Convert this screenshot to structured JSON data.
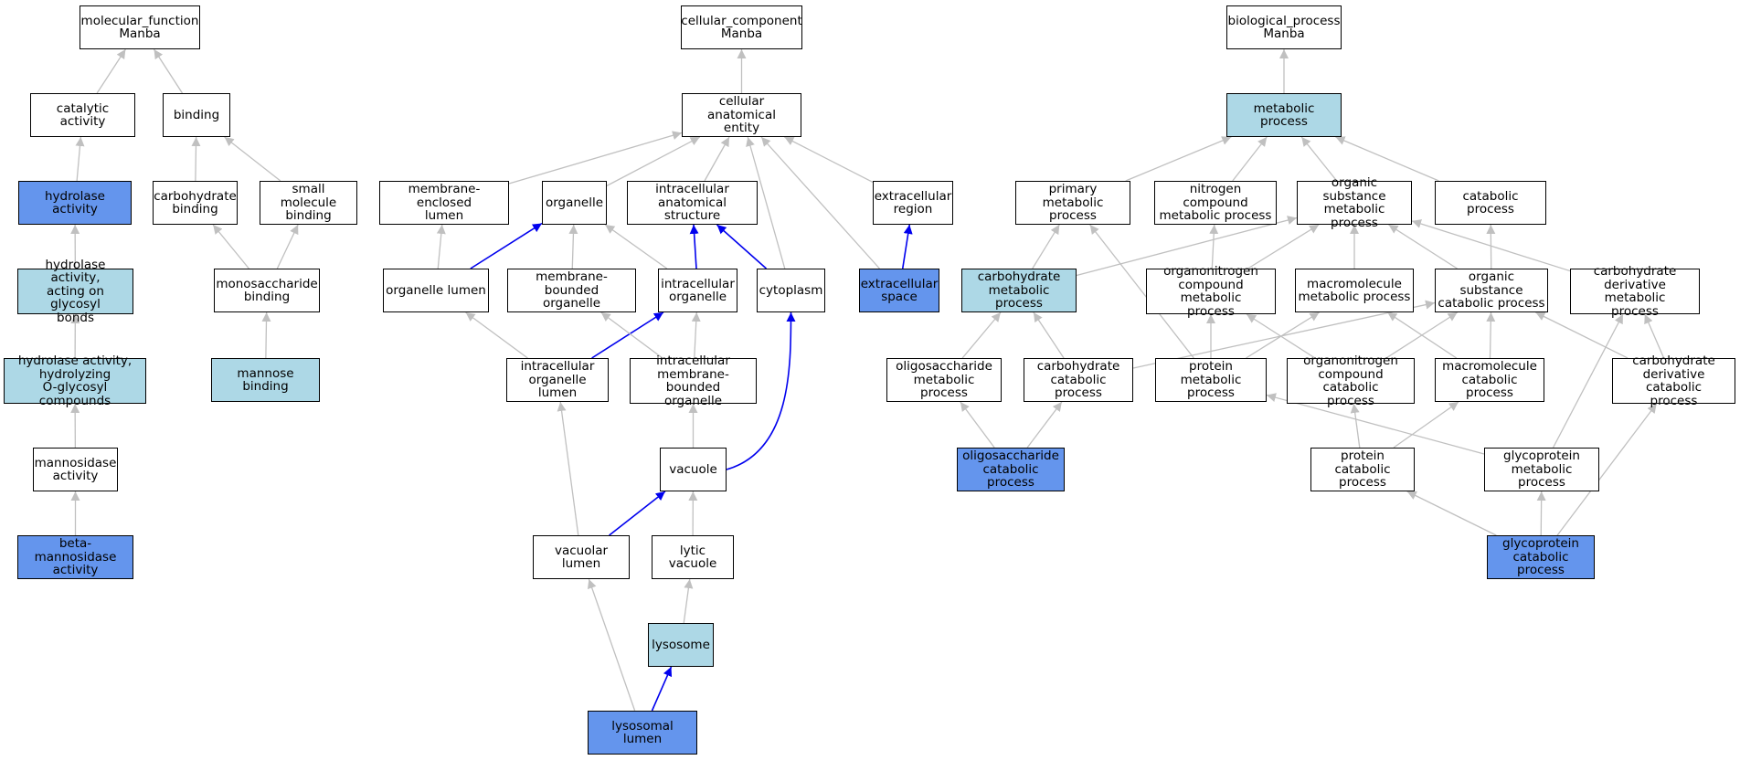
{
  "nodes": {
    "mf_root": {
      "label": "molecular_function\nManba",
      "style": "plain"
    },
    "catalytic": {
      "label": "catalytic activity",
      "style": "plain"
    },
    "binding": {
      "label": "binding",
      "style": "plain"
    },
    "hydrolase": {
      "label": "hydrolase activity",
      "style": "blue"
    },
    "carb_binding": {
      "label": "carbohydrate\nbinding",
      "style": "plain"
    },
    "small_mol": {
      "label": "small molecule\nbinding",
      "style": "plain"
    },
    "hyd_glycosyl": {
      "label": "hydrolase activity,\nacting on glycosyl\nbonds",
      "style": "light"
    },
    "monosacch": {
      "label": "monosaccharide\nbinding",
      "style": "plain"
    },
    "hyd_oglycosyl": {
      "label": "hydrolase activity,\nhydrolyzing\nO-glycosyl compounds",
      "style": "light"
    },
    "mannose_binding": {
      "label": "mannose binding",
      "style": "light"
    },
    "mannosidase": {
      "label": "mannosidase\nactivity",
      "style": "plain"
    },
    "beta_mannosidase": {
      "label": "beta-mannosidase\nactivity",
      "style": "blue"
    },
    "cc_root": {
      "label": "cellular_component\nManba",
      "style": "plain"
    },
    "cae": {
      "label": "cellular anatomical\nentity",
      "style": "plain"
    },
    "mem_enclosed_lumen": {
      "label": "membrane-enclosed\nlumen",
      "style": "plain"
    },
    "organelle": {
      "label": "organelle",
      "style": "plain"
    },
    "intracell_anat": {
      "label": "intracellular\nanatomical structure",
      "style": "plain"
    },
    "extracell_region": {
      "label": "extracellular\nregion",
      "style": "plain"
    },
    "organelle_lumen": {
      "label": "organelle lumen",
      "style": "plain"
    },
    "mem_bounded_org": {
      "label": "membrane-bounded\norganelle",
      "style": "plain"
    },
    "intracell_org": {
      "label": "intracellular\norganelle",
      "style": "plain"
    },
    "cytoplasm": {
      "label": "cytoplasm",
      "style": "plain"
    },
    "extracell_space": {
      "label": "extracellular\nspace",
      "style": "blue"
    },
    "intracell_org_lumen": {
      "label": "intracellular\norganelle lumen",
      "style": "plain"
    },
    "intracell_mem_bounded": {
      "label": "intracellular\nmembrane-bounded\norganelle",
      "style": "plain"
    },
    "vacuole": {
      "label": "vacuole",
      "style": "plain"
    },
    "vacuolar_lumen": {
      "label": "vacuolar lumen",
      "style": "plain"
    },
    "lytic_vacuole": {
      "label": "lytic vacuole",
      "style": "plain"
    },
    "lysosome": {
      "label": "lysosome",
      "style": "light"
    },
    "lysosomal_lumen": {
      "label": "lysosomal lumen",
      "style": "blue"
    },
    "bp_root": {
      "label": "biological_process\nManba",
      "style": "plain"
    },
    "metabolic": {
      "label": "metabolic process",
      "style": "light"
    },
    "primary_met": {
      "label": "primary metabolic\nprocess",
      "style": "plain"
    },
    "nitrogen_met": {
      "label": "nitrogen compound\nmetabolic process",
      "style": "plain"
    },
    "organic_met": {
      "label": "organic substance\nmetabolic process",
      "style": "plain"
    },
    "catabolic": {
      "label": "catabolic process",
      "style": "plain"
    },
    "carb_met": {
      "label": "carbohydrate\nmetabolic process",
      "style": "light"
    },
    "organonitrogen_met": {
      "label": "organonitrogen\ncompound metabolic\nprocess",
      "style": "plain"
    },
    "macromol_met": {
      "label": "macromolecule\nmetabolic process",
      "style": "plain"
    },
    "organic_cat": {
      "label": "organic substance\ncatabolic process",
      "style": "plain"
    },
    "carb_deriv_met": {
      "label": "carbohydrate\nderivative metabolic\nprocess",
      "style": "plain"
    },
    "oligo_met": {
      "label": "oligosaccharide\nmetabolic process",
      "style": "plain"
    },
    "carb_cat": {
      "label": "carbohydrate\ncatabolic process",
      "style": "plain"
    },
    "protein_met": {
      "label": "protein metabolic\nprocess",
      "style": "plain"
    },
    "organonitrogen_cat": {
      "label": "organonitrogen\ncompound catabolic\nprocess",
      "style": "plain"
    },
    "macromol_cat": {
      "label": "macromolecule\ncatabolic process",
      "style": "plain"
    },
    "carb_deriv_cat": {
      "label": "carbohydrate\nderivative catabolic\nprocess",
      "style": "plain"
    },
    "oligo_cat": {
      "label": "oligosaccharide\ncatabolic process",
      "style": "blue"
    },
    "protein_cat": {
      "label": "protein catabolic\nprocess",
      "style": "plain"
    },
    "glycoprotein_met": {
      "label": "glycoprotein\nmetabolic process",
      "style": "plain"
    },
    "glycoprotein_cat": {
      "label": "glycoprotein\ncatabolic process",
      "style": "blue"
    }
  },
  "edges": [
    {
      "from": "catalytic",
      "to": "mf_root",
      "color": "gray"
    },
    {
      "from": "binding",
      "to": "mf_root",
      "color": "gray"
    },
    {
      "from": "hydrolase",
      "to": "catalytic",
      "color": "gray"
    },
    {
      "from": "carb_binding",
      "to": "binding",
      "color": "gray"
    },
    {
      "from": "small_mol",
      "to": "binding",
      "color": "gray"
    },
    {
      "from": "hyd_glycosyl",
      "to": "hydrolase",
      "color": "gray"
    },
    {
      "from": "monosacch",
      "to": "carb_binding",
      "color": "gray"
    },
    {
      "from": "monosacch",
      "to": "small_mol",
      "color": "gray"
    },
    {
      "from": "hyd_oglycosyl",
      "to": "hyd_glycosyl",
      "color": "gray"
    },
    {
      "from": "mannose_binding",
      "to": "monosacch",
      "color": "gray"
    },
    {
      "from": "mannosidase",
      "to": "hyd_oglycosyl",
      "color": "gray"
    },
    {
      "from": "beta_mannosidase",
      "to": "mannosidase",
      "color": "gray"
    },
    {
      "from": "cae",
      "to": "cc_root",
      "color": "gray"
    },
    {
      "from": "mem_enclosed_lumen",
      "to": "cae",
      "color": "gray"
    },
    {
      "from": "organelle",
      "to": "cae",
      "color": "gray"
    },
    {
      "from": "intracell_anat",
      "to": "cae",
      "color": "gray"
    },
    {
      "from": "extracell_region",
      "to": "cae",
      "color": "gray"
    },
    {
      "from": "cytoplasm",
      "to": "cae",
      "color": "gray"
    },
    {
      "from": "extracell_space",
      "to": "cae",
      "color": "gray"
    },
    {
      "from": "organelle_lumen",
      "to": "mem_enclosed_lumen",
      "color": "gray"
    },
    {
      "from": "organelle_lumen",
      "to": "organelle",
      "color": "blue"
    },
    {
      "from": "mem_bounded_org",
      "to": "organelle",
      "color": "gray"
    },
    {
      "from": "intracell_org",
      "to": "organelle",
      "color": "gray"
    },
    {
      "from": "intracell_org",
      "to": "intracell_anat",
      "color": "blue"
    },
    {
      "from": "cytoplasm",
      "to": "intracell_anat",
      "color": "blue"
    },
    {
      "from": "extracell_space",
      "to": "extracell_region",
      "color": "blue"
    },
    {
      "from": "intracell_org_lumen",
      "to": "organelle_lumen",
      "color": "gray"
    },
    {
      "from": "intracell_org_lumen",
      "to": "intracell_org",
      "color": "blue"
    },
    {
      "from": "intracell_mem_bounded",
      "to": "mem_bounded_org",
      "color": "gray"
    },
    {
      "from": "intracell_mem_bounded",
      "to": "intracell_org",
      "color": "gray"
    },
    {
      "from": "vacuole",
      "to": "intracell_mem_bounded",
      "color": "gray"
    },
    {
      "from": "vacuole",
      "to": "cytoplasm",
      "color": "blue",
      "curve": true
    },
    {
      "from": "vacuolar_lumen",
      "to": "intracell_org_lumen",
      "color": "gray"
    },
    {
      "from": "vacuolar_lumen",
      "to": "vacuole",
      "color": "blue"
    },
    {
      "from": "lytic_vacuole",
      "to": "vacuole",
      "color": "gray"
    },
    {
      "from": "lysosome",
      "to": "lytic_vacuole",
      "color": "gray"
    },
    {
      "from": "lysosomal_lumen",
      "to": "vacuolar_lumen",
      "color": "gray"
    },
    {
      "from": "lysosomal_lumen",
      "to": "lysosome",
      "color": "blue"
    },
    {
      "from": "metabolic",
      "to": "bp_root",
      "color": "gray"
    },
    {
      "from": "primary_met",
      "to": "metabolic",
      "color": "gray"
    },
    {
      "from": "nitrogen_met",
      "to": "metabolic",
      "color": "gray"
    },
    {
      "from": "organic_met",
      "to": "metabolic",
      "color": "gray"
    },
    {
      "from": "catabolic",
      "to": "metabolic",
      "color": "gray"
    },
    {
      "from": "carb_met",
      "to": "primary_met",
      "color": "gray"
    },
    {
      "from": "carb_met",
      "to": "organic_met",
      "color": "gray"
    },
    {
      "from": "organonitrogen_met",
      "to": "nitrogen_met",
      "color": "gray"
    },
    {
      "from": "organonitrogen_met",
      "to": "organic_met",
      "color": "gray"
    },
    {
      "from": "macromol_met",
      "to": "organic_met",
      "color": "gray"
    },
    {
      "from": "organic_cat",
      "to": "organic_met",
      "color": "gray"
    },
    {
      "from": "organic_cat",
      "to": "catabolic",
      "color": "gray"
    },
    {
      "from": "carb_deriv_met",
      "to": "organic_met",
      "color": "gray"
    },
    {
      "from": "oligo_met",
      "to": "carb_met",
      "color": "gray"
    },
    {
      "from": "carb_cat",
      "to": "carb_met",
      "color": "gray"
    },
    {
      "from": "carb_cat",
      "to": "organic_cat",
      "color": "gray"
    },
    {
      "from": "protein_met",
      "to": "primary_met",
      "color": "gray"
    },
    {
      "from": "protein_met",
      "to": "organonitrogen_met",
      "color": "gray"
    },
    {
      "from": "protein_met",
      "to": "macromol_met",
      "color": "gray"
    },
    {
      "from": "organonitrogen_cat",
      "to": "organonitrogen_met",
      "color": "gray"
    },
    {
      "from": "organonitrogen_cat",
      "to": "organic_cat",
      "color": "gray"
    },
    {
      "from": "macromol_cat",
      "to": "macromol_met",
      "color": "gray"
    },
    {
      "from": "macromol_cat",
      "to": "organic_cat",
      "color": "gray"
    },
    {
      "from": "carb_deriv_cat",
      "to": "carb_deriv_met",
      "color": "gray"
    },
    {
      "from": "carb_deriv_cat",
      "to": "organic_cat",
      "color": "gray"
    },
    {
      "from": "oligo_cat",
      "to": "oligo_met",
      "color": "gray"
    },
    {
      "from": "oligo_cat",
      "to": "carb_cat",
      "color": "gray"
    },
    {
      "from": "protein_cat",
      "to": "organonitrogen_cat",
      "color": "gray"
    },
    {
      "from": "protein_cat",
      "to": "macromol_cat",
      "color": "gray"
    },
    {
      "from": "glycoprotein_met",
      "to": "protein_met",
      "color": "gray"
    },
    {
      "from": "glycoprotein_met",
      "to": "carb_deriv_met",
      "color": "gray"
    },
    {
      "from": "glycoprotein_cat",
      "to": "protein_cat",
      "color": "gray"
    },
    {
      "from": "glycoprotein_cat",
      "to": "glycoprotein_met",
      "color": "gray"
    },
    {
      "from": "glycoprotein_cat",
      "to": "carb_deriv_cat",
      "color": "gray"
    }
  ],
  "colors": {
    "plain": "#ffffff",
    "light": "#add8e6",
    "blue": "#6495ed",
    "edge_gray": "#c0c0c0",
    "edge_blue": "#0000ee"
  }
}
